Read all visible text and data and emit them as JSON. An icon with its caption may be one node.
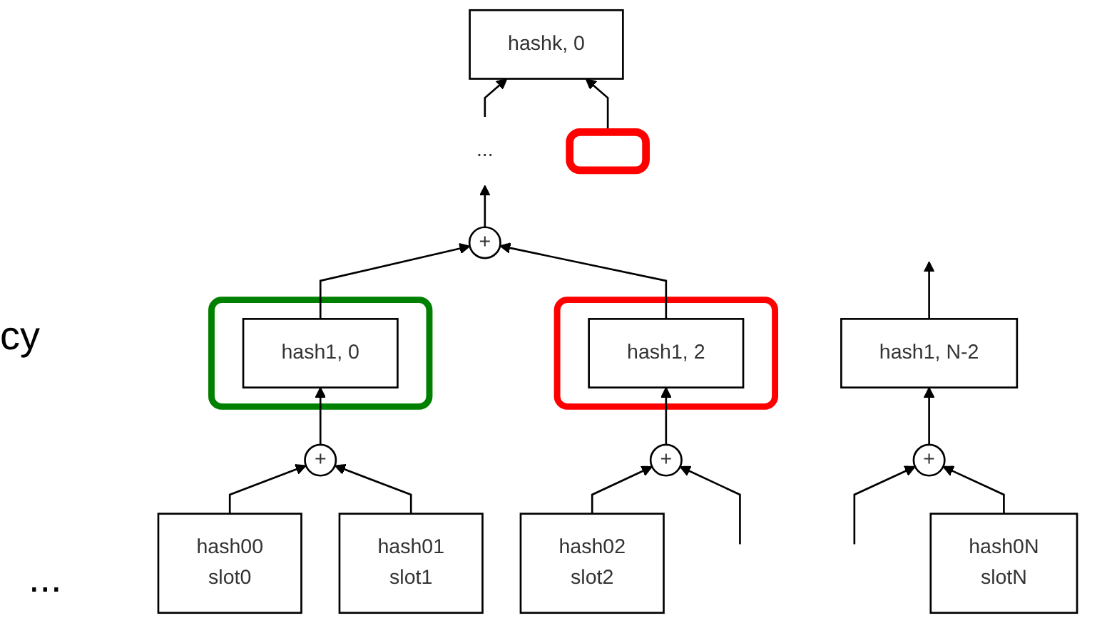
{
  "diagram": {
    "nodes": [
      {
        "text": [
          "hashk, 0"
        ]
      },
      {
        "text": [
          "..."
        ]
      },
      {
        "text": [],
        "shape": "box"
      },
      {
        "text": [
          "+"
        ]
      },
      {
        "text": [],
        "shape": "box"
      },
      {
        "text": [
          "hash1, 0"
        ],
        "in": 4
      },
      {
        "text": [],
        "shape": "box"
      },
      {
        "text": [
          "hash1, 2"
        ],
        "in": 6
      },
      {
        "text": [
          "hash1, N-2"
        ]
      },
      {
        "text": [
          "+"
        ]
      },
      {
        "text": [
          "+"
        ]
      },
      {
        "text": [
          "+"
        ]
      },
      {
        "text": [
          "hash00",
          "slot0"
        ]
      },
      {
        "text": [
          "hash01",
          "slot1"
        ]
      },
      {
        "text": [
          "hash02",
          "slot2"
        ]
      },
      {
        "text": [
          "hash0N",
          "slotN"
        ]
      }
    ],
    "edges": [
      {
        "from": 1,
        "to": 0,
        "arrow": "to"
      },
      {
        "from": 2,
        "to": 0,
        "arrow": "to"
      },
      {
        "from": 3,
        "to": 1,
        "arrow": "to"
      },
      {
        "from": 5,
        "to": 3,
        "arrow": "to"
      },
      {
        "from": 7,
        "to": 3,
        "arrow": "to"
      },
      {
        "from": 8,
        "to": null,
        "arrow": "to"
      },
      {
        "from": 9,
        "to": 5,
        "arrow": "to"
      },
      {
        "from": 10,
        "to": 7,
        "arrow": "to"
      },
      {
        "from": 11,
        "to": 8,
        "arrow": "to"
      },
      {
        "from": 12,
        "to": 9,
        "arrow": "to"
      },
      {
        "from": 13,
        "to": 9,
        "arrow": "to"
      },
      {
        "from": 14,
        "to": 10,
        "arrow": "to"
      },
      {
        "from": null,
        "to": 10,
        "arrow": "to"
      },
      {
        "from": null,
        "to": 11,
        "arrow": "to"
      },
      {
        "from": 15,
        "to": 11,
        "arrow": "to"
      }
    ],
    "labels": [
      "cy",
      "..."
    ]
  }
}
